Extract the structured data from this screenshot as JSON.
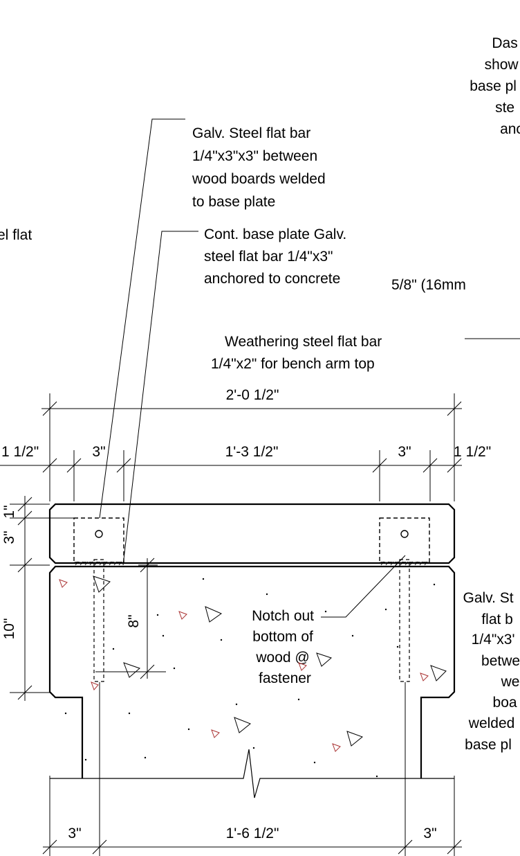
{
  "notes": {
    "flat_bar_between_boards": [
      "Galv. Steel flat bar",
      "1/4\"x3\"x3\" between",
      "wood boards welded",
      "to base plate"
    ],
    "base_plate": [
      "Cont. base plate Galv.",
      "steel flat bar 1/4\"x3\"",
      "anchored to concrete"
    ],
    "weathering_bar": [
      "Weathering steel flat bar",
      "1/4\"x2\" for bench arm top"
    ],
    "notch": [
      "Notch out",
      "bottom of",
      "wood @",
      "fastener"
    ],
    "top_right_cut": [
      "Das",
      "show",
      "base pl",
      "ste",
      "anc"
    ],
    "left_cut": [
      "el flat"
    ],
    "anchor_size_cut": [
      "5/8\" (16mm"
    ],
    "right_cut": [
      "Galv. St",
      "flat b",
      "1/4\"x3'",
      "betwe",
      "we",
      "boa",
      "welded",
      "base pl"
    ]
  },
  "dimensions": {
    "overall_width": "2'-0 1/2\"",
    "left_edge": "1 1/2\"",
    "left_bar": "3\"",
    "between_bars": "1'-3 1/2\"",
    "right_bar": "3\"",
    "right_edge": "1 1/2\"",
    "top_inset": "1\"",
    "board_height": "3\"",
    "body_height": "10\"",
    "anchor_depth": "8\"",
    "bottom_left": "3\"",
    "bottom_middle": "1'-6 1/2\"",
    "bottom_right": "3\""
  }
}
